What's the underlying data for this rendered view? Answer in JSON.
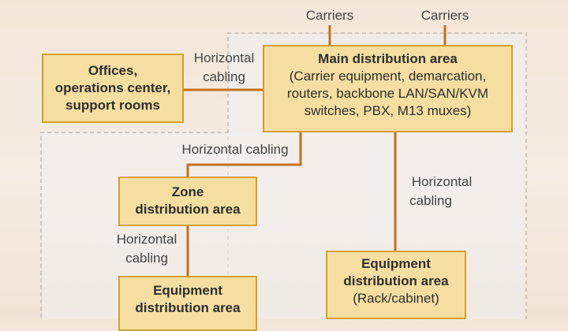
{
  "diagram": {
    "carriers": [
      "Carriers",
      "Carriers"
    ],
    "offices": {
      "title_lines": [
        "Offices,",
        "operations center,",
        "support rooms"
      ],
      "link_label_lines": [
        "Horizontal",
        "cabling"
      ]
    },
    "main": {
      "title": "Main distribution area",
      "detail_lines": [
        "(Carrier equipment, demarcation,",
        "routers, backbone LAN/SAN/KVM",
        "switches, PBX, M13 muxes)"
      ]
    },
    "zone": {
      "title_lines": [
        "Zone",
        "distribution area"
      ],
      "link_label": "Horizontal cabling"
    },
    "zone_to_equipment_label_lines": [
      "Horizontal",
      "cabling"
    ],
    "equipment_left": {
      "title_lines": [
        "Equipment",
        "distribution area"
      ]
    },
    "main_to_equipment_label_lines": [
      "Horizontal",
      "cabling"
    ],
    "equipment_right": {
      "title_lines": [
        "Equipment",
        "distribution area"
      ],
      "detail": "(Rack/cabinet)"
    },
    "colors": {
      "box_fill": "#f6dea1",
      "box_border": "#d2a12a",
      "connector": "#c4701c",
      "dashed_boundary": "#c9c9c9",
      "room_fill": "#f1f1f2"
    }
  }
}
